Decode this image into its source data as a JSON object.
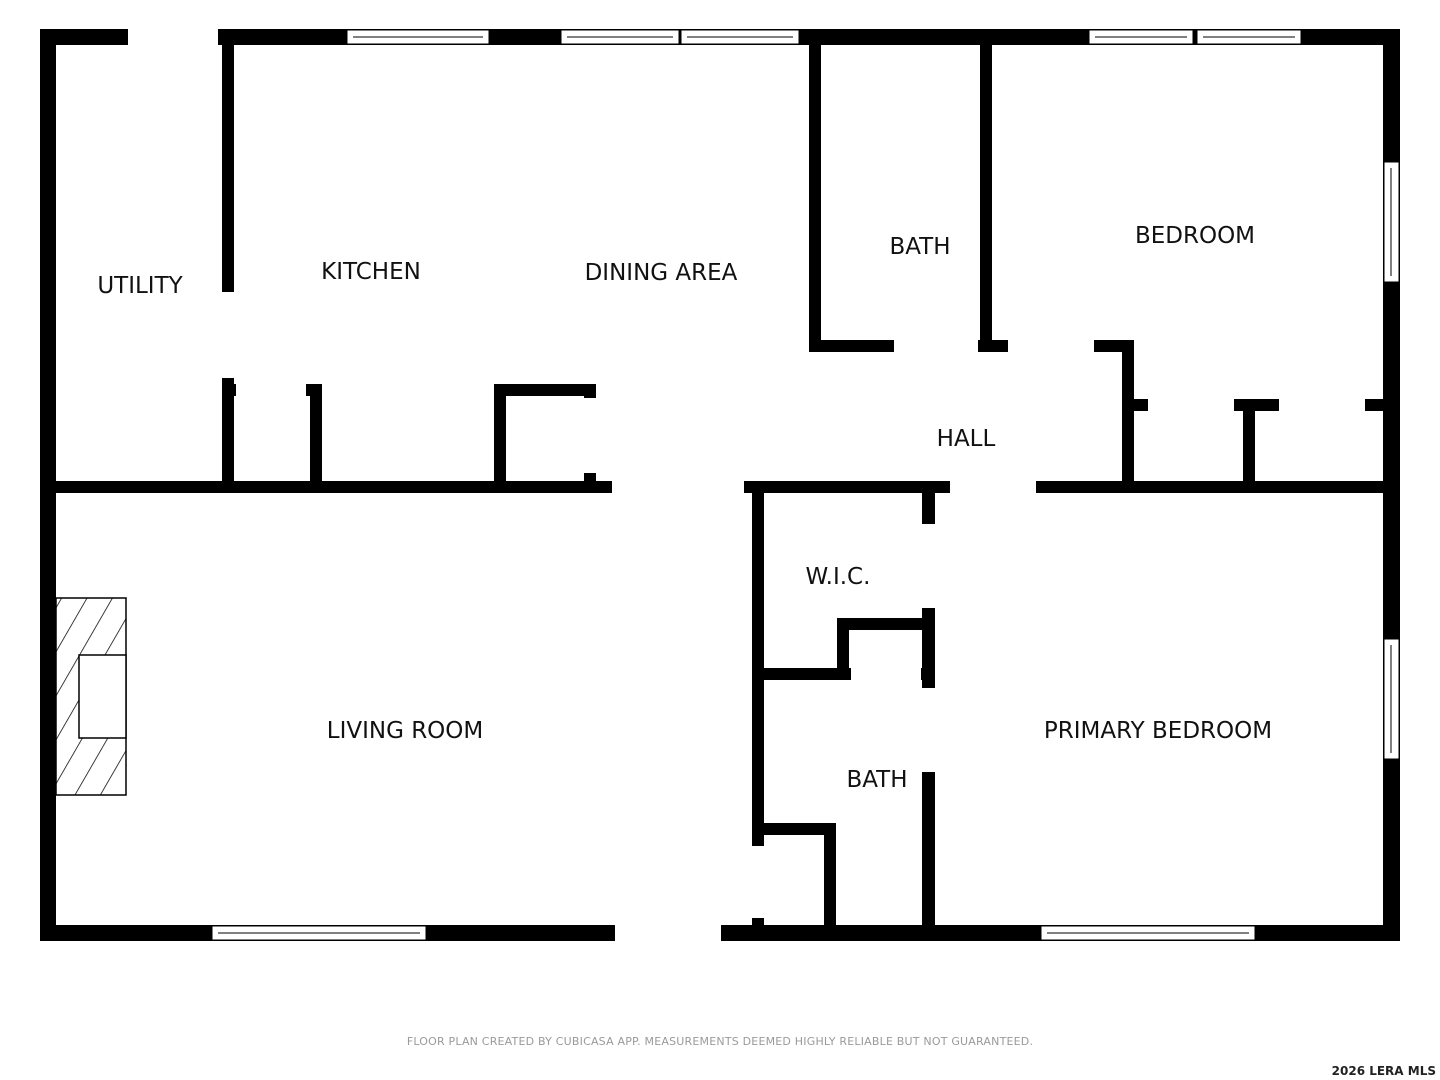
{
  "rooms": {
    "utility": "UTILITY",
    "kitchen": "KITCHEN",
    "dining": "DINING AREA",
    "bath_upper": "BATH",
    "bedroom": "BEDROOM",
    "hall": "HALL",
    "wic": "W.I.C.",
    "living": "LIVING ROOM",
    "bath_lower": "BATH",
    "primary_bedroom": "PRIMARY BEDROOM"
  },
  "footer": {
    "note": "FLOOR PLAN CREATED BY CUBICASA APP. MEASUREMENTS DEEMED HIGHLY RELIABLE BUT NOT GUARANTEED.",
    "copyright": "2026 LERA MLS"
  },
  "colors": {
    "wall": "#000000",
    "background": "#ffffff"
  }
}
